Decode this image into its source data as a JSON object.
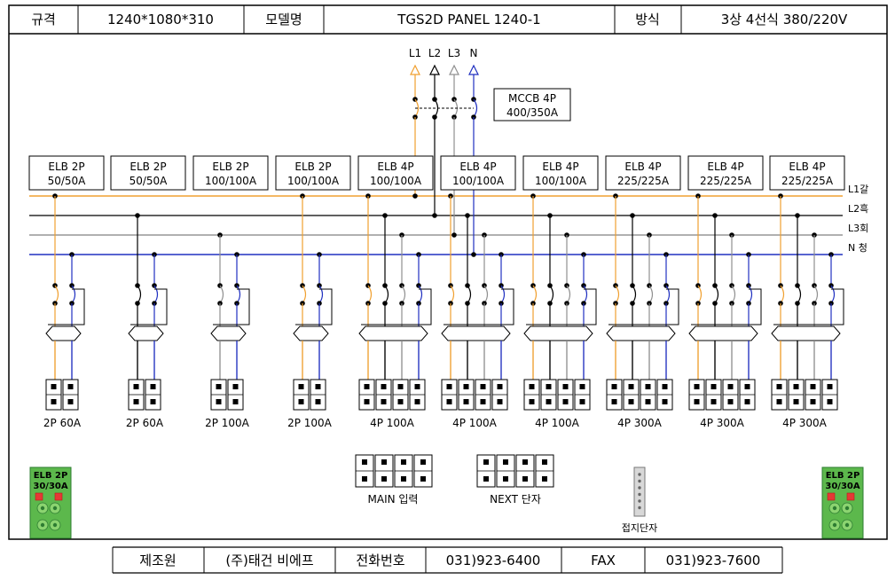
{
  "header": {
    "spec_label": "규격",
    "spec_value": "1240*1080*310",
    "model_label": "모델명",
    "model_value": "TGS2D PANEL 1240-1",
    "method_label": "방식",
    "method_value": "3상 4선식 380/220V"
  },
  "phases": {
    "l1": "L1",
    "l2": "L2",
    "l3": "L3",
    "n": "N",
    "bus_l1": "L1갈",
    "bus_l2": "L2흑",
    "bus_l3": "L3회",
    "bus_n": "N 청"
  },
  "main_breaker": {
    "line1": "MCCB 4P",
    "line2": "400/350A"
  },
  "branches": [
    {
      "type": "ELB 2P",
      "rating": "50/50A",
      "output": "2P 60A"
    },
    {
      "type": "ELB 2P",
      "rating": "50/50A",
      "output": "2P 60A"
    },
    {
      "type": "ELB 2P",
      "rating": "100/100A",
      "output": "2P 100A"
    },
    {
      "type": "ELB 2P",
      "rating": "100/100A",
      "output": "2P 100A"
    },
    {
      "type": "ELB 4P",
      "rating": "100/100A",
      "output": "4P 100A"
    },
    {
      "type": "ELB 4P",
      "rating": "100/100A",
      "output": "4P 100A"
    },
    {
      "type": "ELB 4P",
      "rating": "100/100A",
      "output": "4P 100A"
    },
    {
      "type": "ELB 4P",
      "rating": "225/225A",
      "output": "4P 300A"
    },
    {
      "type": "ELB 4P",
      "rating": "225/225A",
      "output": "4P 300A"
    },
    {
      "type": "ELB 4P",
      "rating": "225/225A",
      "output": "4P 300A"
    }
  ],
  "terminals": {
    "main_input": "MAIN 입력",
    "next_terminal": "NEXT 단자",
    "ground_terminal": "접지단자"
  },
  "side_breakers": {
    "left": {
      "line1": "ELB 2P",
      "line2": "30/30A"
    },
    "right": {
      "line1": "ELB 2P",
      "line2": "30/30A"
    }
  },
  "footer": {
    "maker_label": "제조원",
    "maker_value": "(주)태건 비에프",
    "phone_label": "전화번호",
    "phone_value": "031)923-6400",
    "fax_label": "FAX",
    "fax_value": "031)923-7600"
  },
  "colors": {
    "l1": "#f0a030",
    "l2": "#000000",
    "l3": "#a0a0a0",
    "n": "#2030c0",
    "breaker_green": "#4caf3c"
  }
}
